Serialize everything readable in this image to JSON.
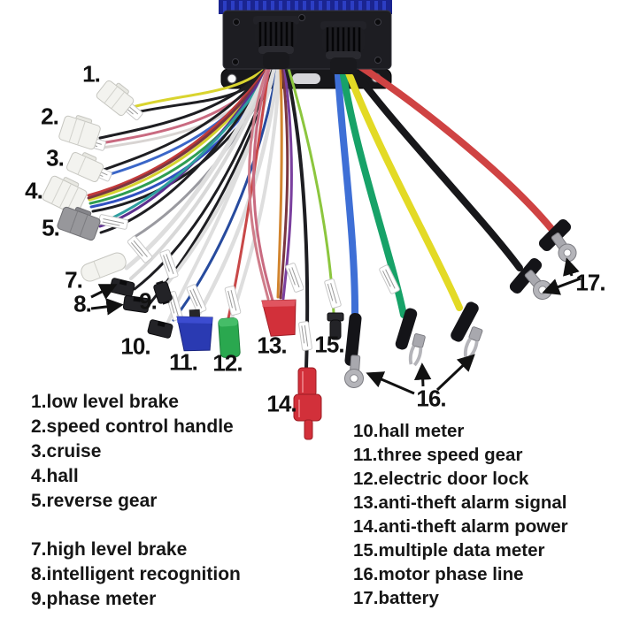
{
  "markers": [
    {
      "id": "1",
      "label": "1."
    },
    {
      "id": "2",
      "label": "2."
    },
    {
      "id": "3",
      "label": "3."
    },
    {
      "id": "4",
      "label": "4."
    },
    {
      "id": "5",
      "label": "5."
    },
    {
      "id": "7",
      "label": "7."
    },
    {
      "id": "8",
      "label": "8."
    },
    {
      "id": "9",
      "label": "9."
    },
    {
      "id": "10",
      "label": "10."
    },
    {
      "id": "11",
      "label": "11."
    },
    {
      "id": "12",
      "label": "12."
    },
    {
      "id": "13",
      "label": "13."
    },
    {
      "id": "14",
      "label": "14."
    },
    {
      "id": "15",
      "label": "15."
    },
    {
      "id": "16",
      "label": "16."
    },
    {
      "id": "17",
      "label": "17."
    }
  ],
  "legend": {
    "left": [
      "1.low level brake",
      "2.speed control handle",
      "3.cruise",
      "4.hall",
      "5.reverse gear",
      "7.high level brake",
      "8.intelligent recognition",
      "9.phase meter"
    ],
    "right": [
      "10.hall meter",
      "11.three speed gear",
      "12.electric door lock",
      "13.anti-theft alarm signal",
      "14.anti-theft alarm power",
      "15.multiple data meter",
      "16.motor phase line",
      "17.battery"
    ]
  },
  "colors": {
    "background": "#ffffff",
    "text": "#161616",
    "controller_blue": "#1a2490",
    "controller_plate": "#1d1d22"
  },
  "wires": {
    "thick": [
      {
        "name": "motor-phase-blue",
        "color": "#3e6fd6"
      },
      {
        "name": "motor-phase-green",
        "color": "#17a268"
      },
      {
        "name": "motor-phase-yellow",
        "color": "#e3da25"
      },
      {
        "name": "battery-black",
        "color": "#17171a"
      },
      {
        "name": "battery-red",
        "color": "#cf4343"
      }
    ]
  },
  "connectors": [
    {
      "num": "1",
      "hex": "#f3f3ef"
    },
    {
      "num": "2",
      "hex": "#f3f3ef"
    },
    {
      "num": "3",
      "hex": "#f3f3ef"
    },
    {
      "num": "4",
      "hex": "#f3f3ef"
    },
    {
      "num": "5",
      "hex": "#97979b"
    },
    {
      "num": "7",
      "hex": "#f3f3ef"
    },
    {
      "num": "8",
      "hex": "#232327"
    },
    {
      "num": "9",
      "hex": "#232327"
    },
    {
      "num": "10",
      "hex": "#232327"
    },
    {
      "num": "11",
      "hex": "#2a3ab2"
    },
    {
      "num": "12",
      "hex": "#2aa84f"
    },
    {
      "num": "13",
      "hex": "#d2303a"
    },
    {
      "num": "14",
      "hex": "#d2303a"
    },
    {
      "num": "15",
      "hex": "#232327"
    }
  ]
}
